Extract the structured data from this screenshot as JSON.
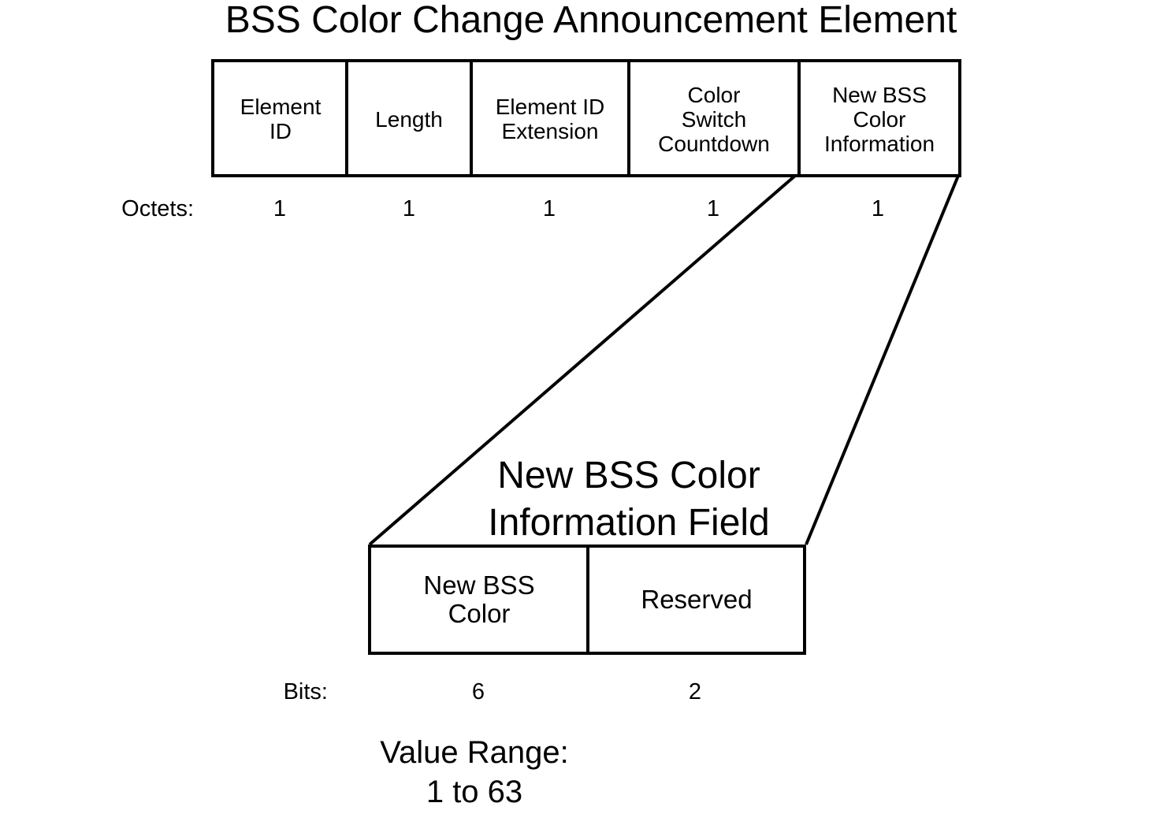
{
  "title": "BSS Color Change Announcement Element",
  "element": {
    "fields": [
      {
        "label": "Element\nID",
        "octets": "1"
      },
      {
        "label": "Length",
        "octets": "1"
      },
      {
        "label": "Element ID\nExtension",
        "octets": "1"
      },
      {
        "label": "Color\nSwitch\nCountdown",
        "octets": "1"
      },
      {
        "label": "New BSS\nColor\nInformation",
        "octets": "1"
      }
    ],
    "octets_label": "Octets:"
  },
  "subfield": {
    "title": "New BSS Color\nInformation Field",
    "fields": [
      {
        "label": "New BSS\nColor",
        "bits": "6"
      },
      {
        "label": "Reserved",
        "bits": "2"
      }
    ],
    "bits_label": "Bits:",
    "value_range": "Value Range:\n1 to 63"
  }
}
